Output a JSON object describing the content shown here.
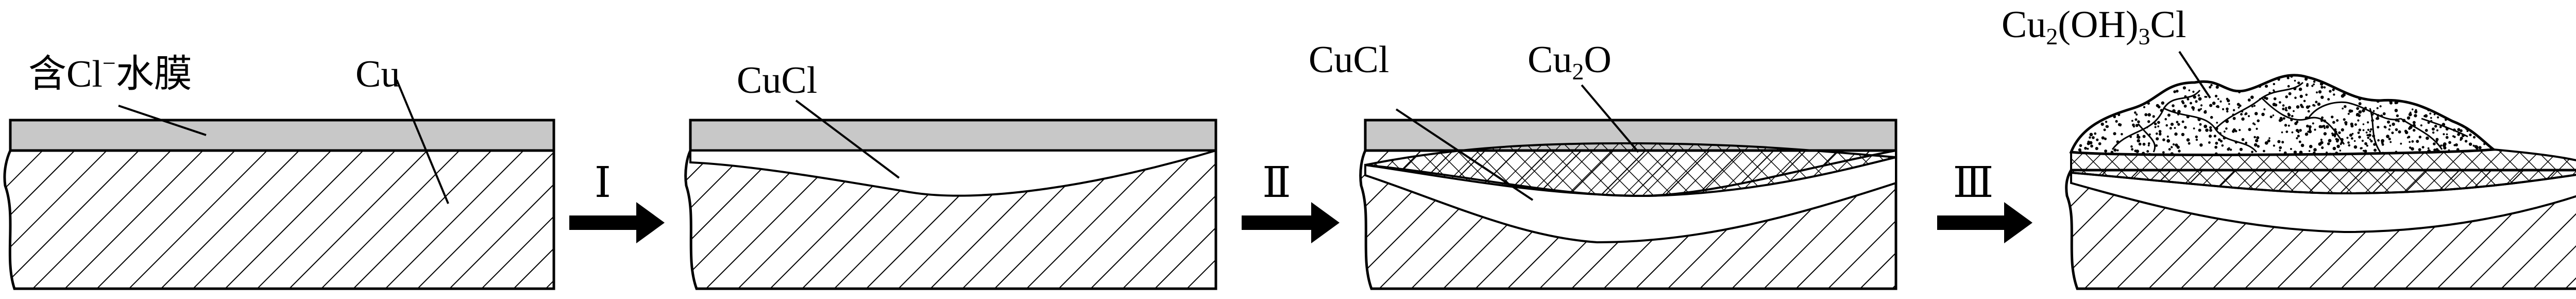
{
  "labels": {
    "water_film": "含Cl",
    "water_film_sup": "−",
    "water_film_tail": "水膜",
    "cu": "Cu",
    "cucl_1": "CuCl",
    "cucl_2": "CuCl",
    "cu2o_base": "Cu",
    "cu2o_sub": "2",
    "cu2o_tail": "O",
    "patina_1": "Cu",
    "patina_sub1": "2",
    "patina_2": "(OH)",
    "patina_sub2": "3",
    "patina_3": "Cl"
  },
  "steps": [
    "Ⅰ",
    "Ⅱ",
    "Ⅲ"
  ],
  "colors": {
    "film": "#c8c8c8",
    "line": "#000000",
    "background": "#ffffff"
  }
}
